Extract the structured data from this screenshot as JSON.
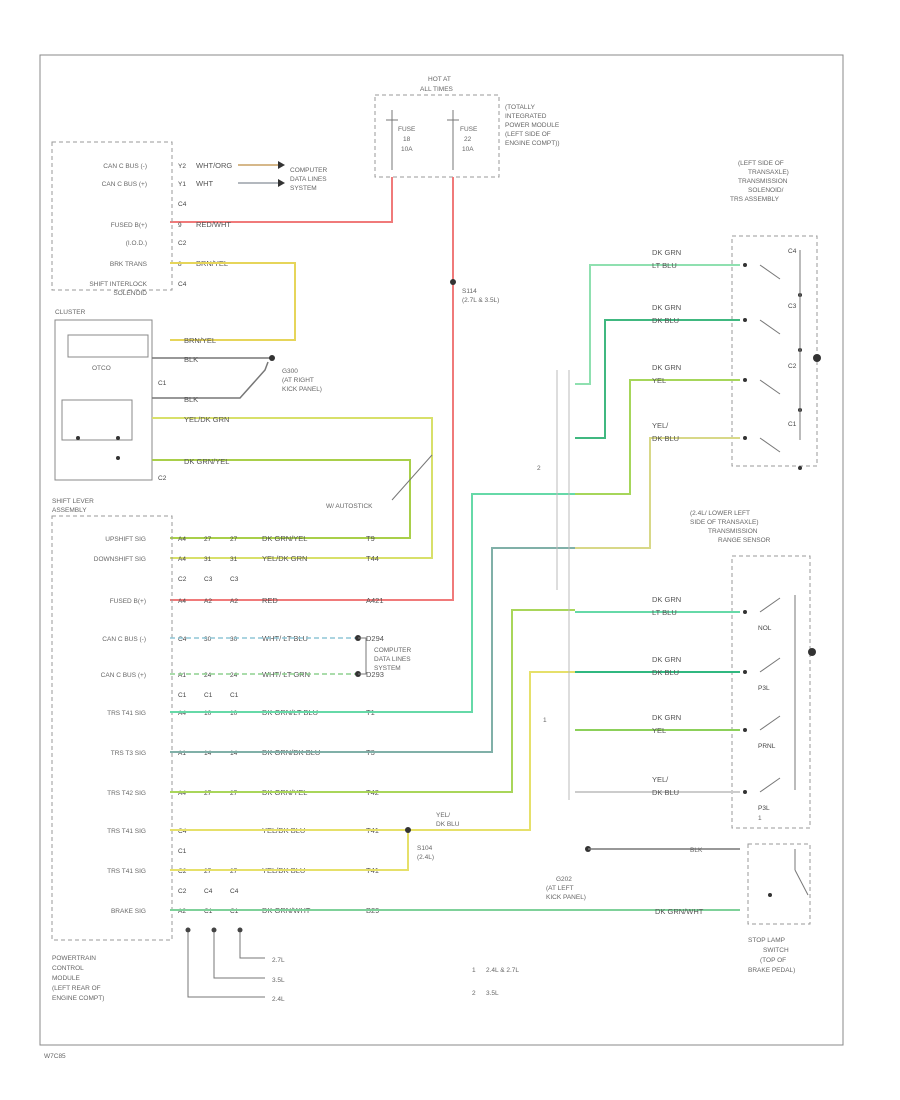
{
  "footer_code": "W7C85",
  "fuse_box": {
    "title": [
      "HOT AT",
      "ALL TIMES"
    ],
    "fuses": [
      [
        "FUSE",
        "18",
        "10A"
      ],
      [
        "FUSE",
        "22",
        "10A"
      ]
    ],
    "module": [
      "(TOTALLY",
      "INTEGRATED",
      "POWER MODULE",
      "(LEFT SIDE OF",
      "ENGINE COMPT))"
    ]
  },
  "top_cluster": {
    "rows": [
      {
        "label": "CAN C BUS (-)",
        "pin": "Y2",
        "wire": "WHT/ORG"
      },
      {
        "label": "CAN C BUS (+)",
        "pin": "Y1",
        "wire": "WHT"
      },
      {
        "label": "",
        "pin": "C4",
        "wire": ""
      },
      {
        "label": "FUSED B(+)",
        "pin": "9",
        "wire": "RED/WHT"
      },
      {
        "label": "(I.O.D.)",
        "pin": "C2",
        "wire": ""
      },
      {
        "label": "BRK TRANS",
        "pin": "8",
        "wire": "BRN/YEL"
      },
      {
        "label": "SHIFT INTERLOCK",
        "pin": "C4",
        "wire": ""
      },
      {
        "label": "SOLENOID",
        "pin": "",
        "wire": ""
      }
    ],
    "computer": [
      "COMPUTER",
      "DATA LINES",
      "SYSTEM"
    ]
  },
  "cluster": {
    "title": "CLUSTER",
    "coil_label": "OTCO",
    "c1": "C1",
    "c2": "C2",
    "wires": [
      "BRN/YEL",
      "BLK",
      "BLK",
      "YEL/DK GRN",
      "DK GRN/YEL"
    ],
    "ground": [
      "G300",
      "(AT RIGHT",
      "KICK PANEL)"
    ]
  },
  "splice_s114": [
    "S114",
    "(2.7L & 3.5L)"
  ],
  "autostick": "W/ AUTOSTICK",
  "shift_lever": {
    "title": [
      "SHIFT LEVER",
      "ASSEMBLY"
    ]
  },
  "pcm": {
    "rows": [
      {
        "label": "UPSHIFT SIG",
        "pins": [
          "A4",
          "27",
          "27"
        ],
        "wire": "DK GRN/YEL",
        "num": "T9"
      },
      {
        "label": "DOWNSHIFT SIG",
        "pins": [
          "A4",
          "31",
          "31"
        ],
        "wire": "YEL/DK GRN",
        "num": "T44"
      },
      {
        "label": "",
        "pins": [
          "C2",
          "C3",
          "C3"
        ],
        "wire": "",
        "num": ""
      },
      {
        "label": "FUSED B(+)",
        "pins": [
          "A4",
          "A2",
          "A2"
        ],
        "wire": "RED",
        "num": "A421"
      },
      {
        "label": "CAN C BUS (-)",
        "pins": [
          "C4",
          "30",
          "30"
        ],
        "wire": "WHT/ LT BLU",
        "num": "D294"
      },
      {
        "label": "CAN C BUS (+)",
        "pins": [
          "A1",
          "24",
          "24"
        ],
        "wire": "WHT/ LT GRN",
        "num": "D293"
      },
      {
        "label": "",
        "pins": [
          "C1",
          "C1",
          "C1"
        ],
        "wire": "",
        "num": ""
      },
      {
        "label": "TRS T41 SIG",
        "pins": [
          "A4",
          "10",
          "10"
        ],
        "wire": "DK GRN/LT BLU",
        "num": "T1"
      },
      {
        "label": "TRS T3 SIG",
        "pins": [
          "A1",
          "14",
          "14"
        ],
        "wire": "DK GRN/DK BLU",
        "num": "T3"
      },
      {
        "label": "TRS T42 SIG",
        "pins": [
          "A4",
          "27",
          "27"
        ],
        "wire": "DK GRN/YEL",
        "num": "T42"
      },
      {
        "label": "TRS T41 SIG",
        "pins": [
          "C4",
          "",
          ""
        ],
        "wire": "YEL/DK BLU",
        "num": "T41"
      },
      {
        "label": "",
        "pins": [
          "C1",
          "",
          ""
        ],
        "wire": "",
        "num": ""
      },
      {
        "label": "TRS T41 SIG",
        "pins": [
          "C2",
          "27",
          "27"
        ],
        "wire": "YEL/DK BLU",
        "num": "T41"
      },
      {
        "label": "",
        "pins": [
          "C2",
          "C4",
          "C4"
        ],
        "wire": "",
        "num": ""
      },
      {
        "label": "BRAKE SIG",
        "pins": [
          "A2",
          "C1",
          "C1"
        ],
        "wire": "DK GRN/WHT",
        "num": "B29"
      }
    ],
    "computer": [
      "COMPUTER",
      "DATA LINES",
      "SYSTEM"
    ],
    "title": [
      "POWERTRAIN",
      "CONTROL",
      "MODULE",
      "(LEFT REAR OF",
      "ENGINE COMPT)"
    ],
    "legs": [
      "2.7L",
      "3.5L",
      "2.4L"
    ]
  },
  "splice_s104": [
    "S104",
    "(2.4L)"
  ],
  "yel_dkblu_label": [
    "YEL/",
    "DK BLU"
  ],
  "g202": [
    "G202",
    "(AT LEFT",
    "KICK PANEL)"
  ],
  "solenoid": {
    "title": [
      "(LEFT SIDE OF",
      "TRANSAXLE)",
      "TRANSMISSION",
      "SOLENOID/",
      "TRS ASSEMBLY"
    ],
    "rows": [
      {
        "wire1": "DK GRN",
        "wire2": "LT BLU",
        "sw": "C4"
      },
      {
        "wire1": "DK GRN",
        "wire2": "DK BLU",
        "sw": "C3"
      },
      {
        "wire1": "DK GRN",
        "wire2": "YEL",
        "sw": "C2"
      },
      {
        "wire1": "YEL/",
        "wire2": "DK BLU",
        "sw": "C1"
      }
    ],
    "marks": [
      "2",
      "1"
    ]
  },
  "range_sensor": {
    "title": [
      "(2.4L/ LOWER LEFT",
      "SIDE OF TRANSAXLE)",
      "TRANSMISSION",
      "RANGE SENSOR"
    ],
    "rows": [
      {
        "wire1": "DK GRN",
        "wire2": "LT BLU",
        "sw": "NOL"
      },
      {
        "wire1": "DK GRN",
        "wire2": "DK BLU",
        "sw": "P3L"
      },
      {
        "wire1": "DK GRN",
        "wire2": "YEL",
        "sw": "PRNL"
      },
      {
        "wire1": "YEL/",
        "wire2": "DK BLU",
        "sw": "P3L"
      }
    ],
    "mark": "1"
  },
  "stop_lamp": {
    "title": [
      "STOP LAMP",
      "SWITCH",
      "(TOP OF",
      "BRAKE PEDAL)"
    ],
    "wire_blk": "BLK",
    "wire_grn": "DK GRN/WHT"
  },
  "legend": [
    {
      "num": "1",
      "text": "2.4L & 2.7L"
    },
    {
      "num": "2",
      "text": "3.5L"
    }
  ]
}
